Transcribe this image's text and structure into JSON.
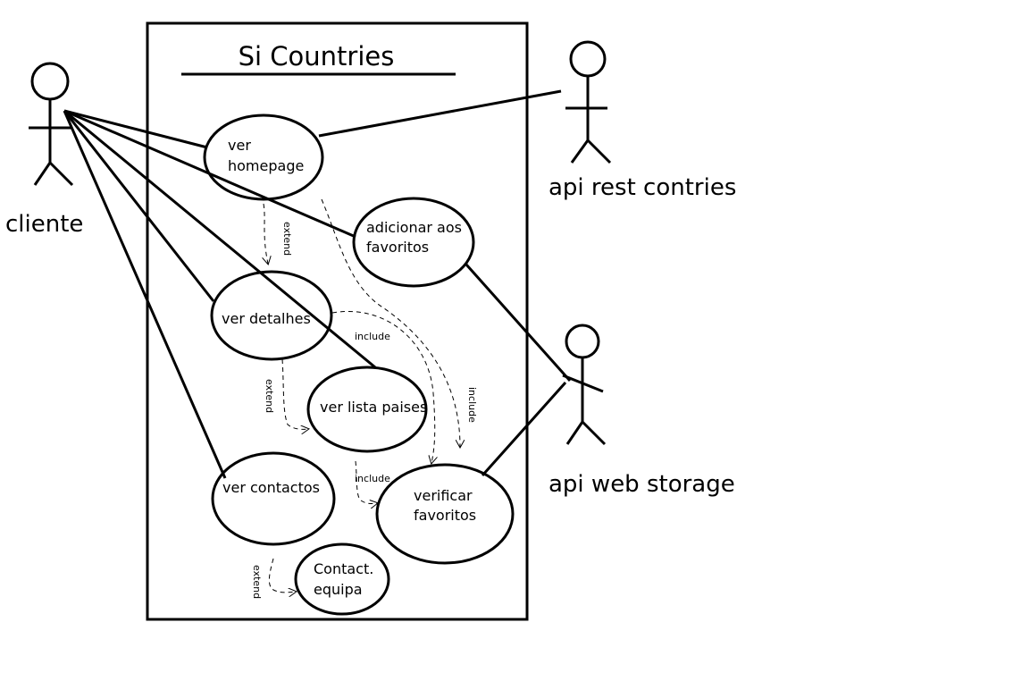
{
  "system": {
    "title": "Si Countries"
  },
  "actors": {
    "cliente": "cliente",
    "api_rest": "api rest contries",
    "api_storage": "api web storage"
  },
  "use_cases": {
    "ver_homepage": [
      "ver",
      "homepage"
    ],
    "adicionar_favoritos": [
      "adicionar aos",
      "favoritos"
    ],
    "ver_detalhes": [
      "ver detalhes"
    ],
    "ver_lista_paises": [
      "ver lista paises"
    ],
    "ver_contactos": [
      "ver contactos"
    ],
    "verificar_favoritos": [
      "verificar",
      "favoritos"
    ],
    "contact_equipa": [
      "Contact.",
      "equipa"
    ]
  },
  "relations": {
    "extend": "extend",
    "include": "include"
  }
}
